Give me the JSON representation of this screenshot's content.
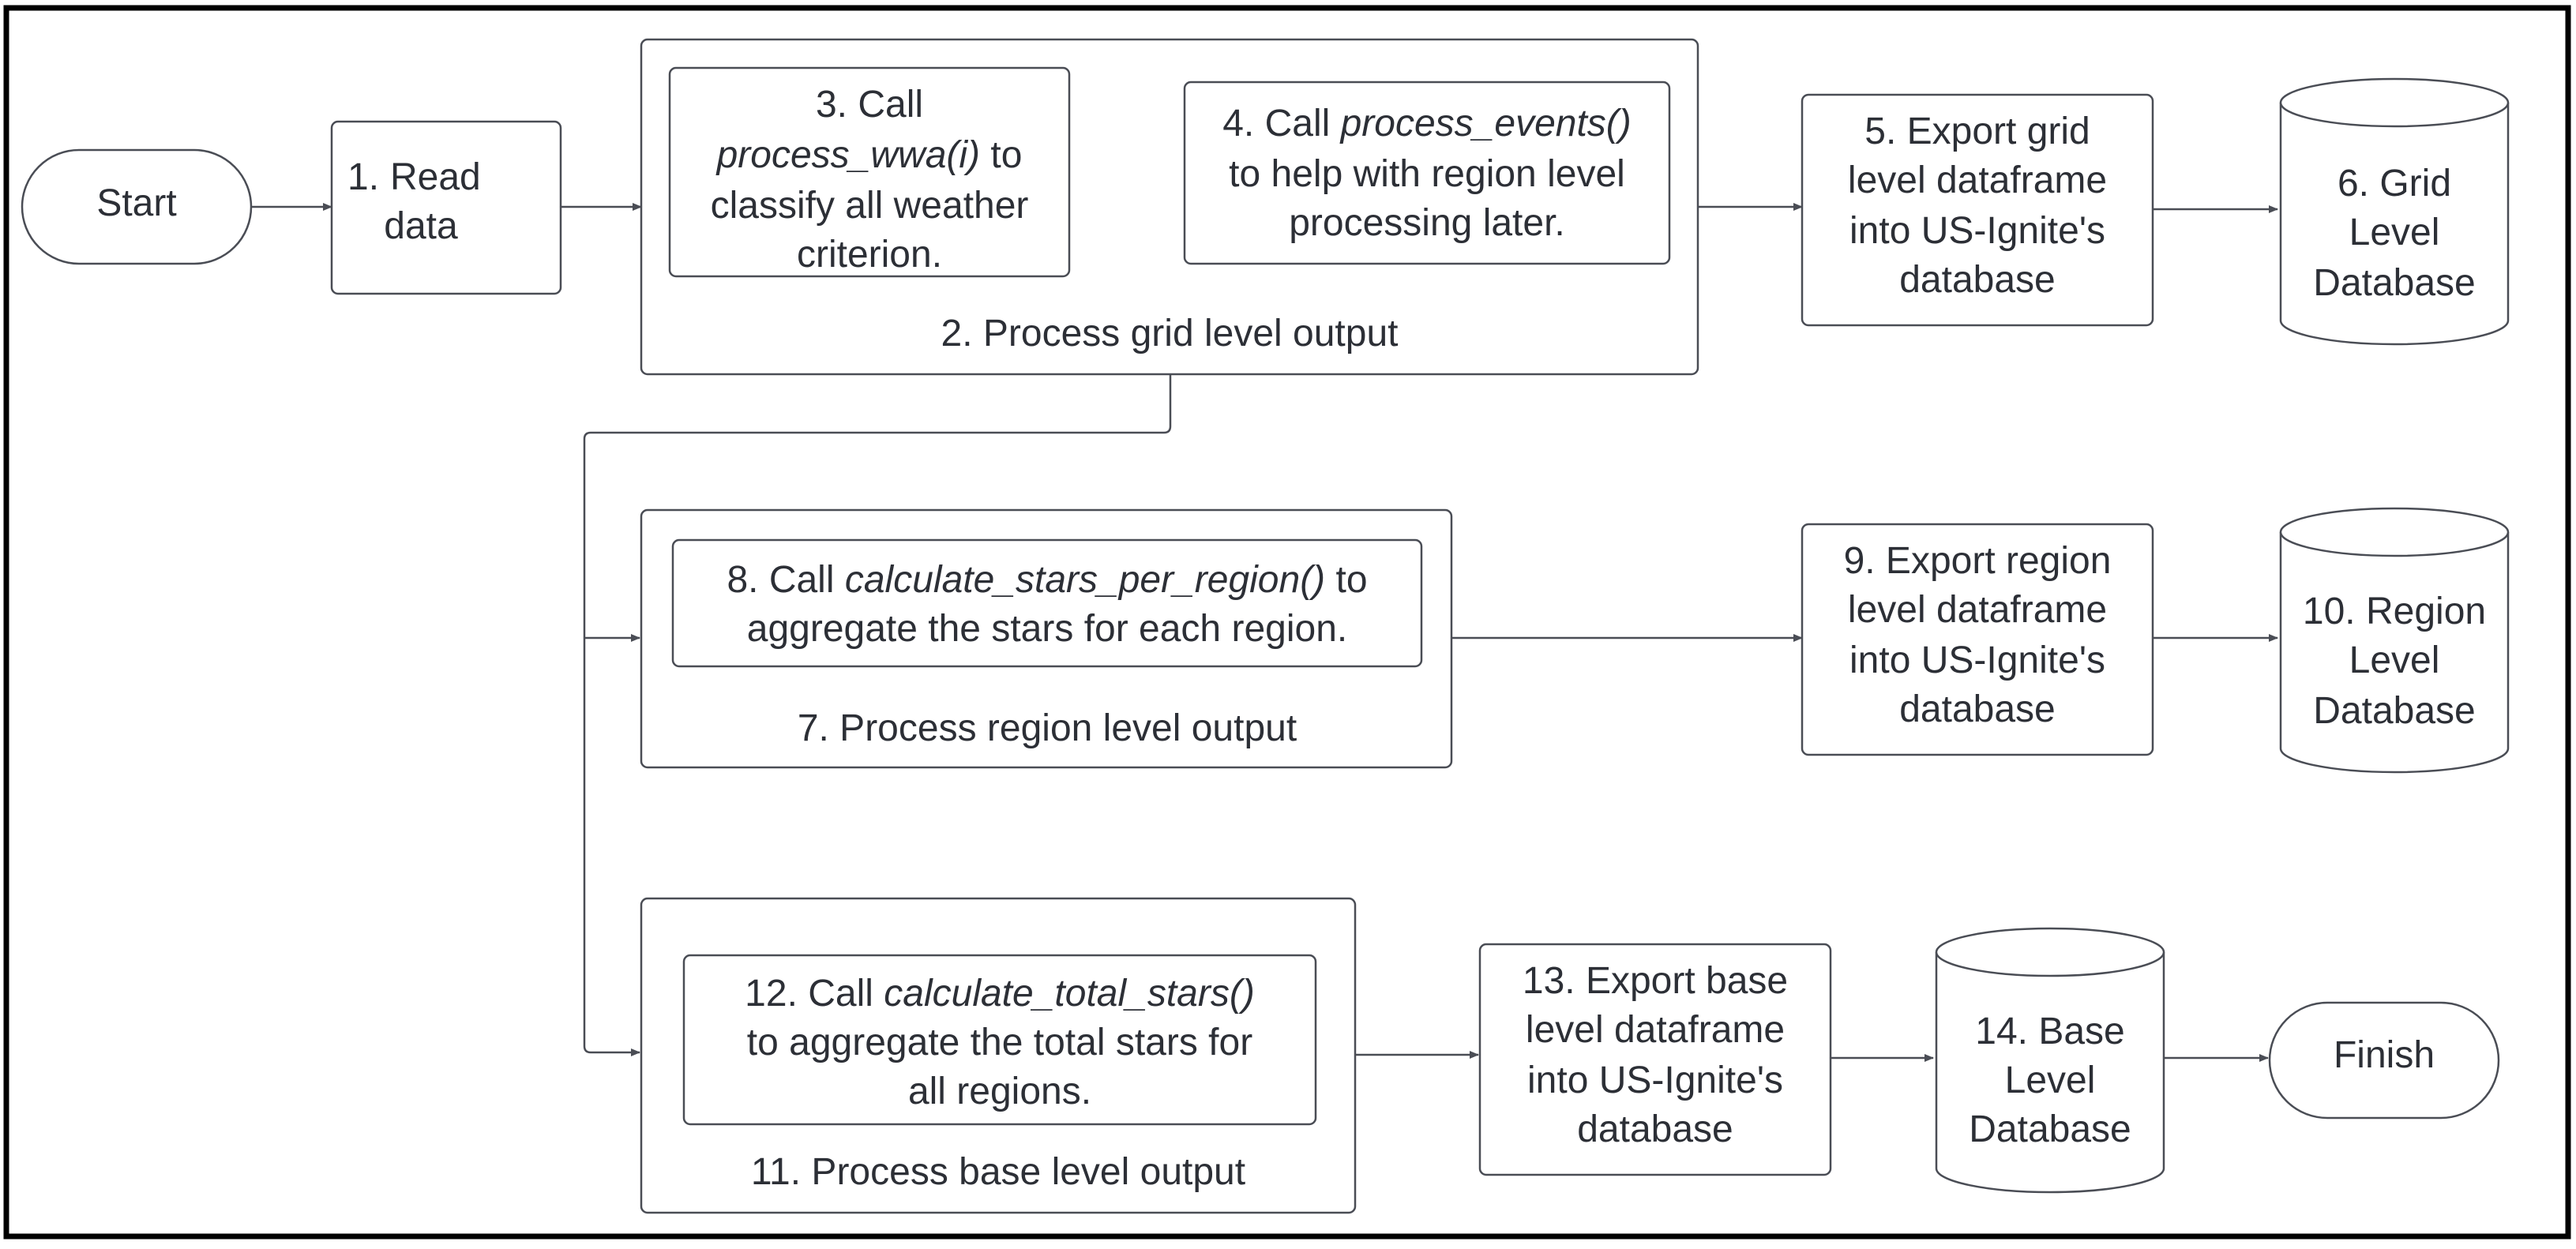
{
  "nodes": {
    "start": "Start",
    "read": {
      "num": "1.",
      "lines": [
        "Read",
        "data"
      ]
    },
    "grid_group": "2. Process grid level output",
    "wwa": {
      "line1": "3. Call",
      "line2_fn": "process_wwa(i)",
      "line2_tail": " to",
      "line3": "classify all weather",
      "line4": "criterion."
    },
    "events": {
      "line1_head": "4. Call ",
      "line1_fn": "process_events()",
      "line2": "to help with region level",
      "line3": "processing later."
    },
    "export_grid": [
      "5. Export grid",
      "level dataframe",
      "into US-Ignite's",
      "database"
    ],
    "grid_db": [
      "6. Grid",
      "Level",
      "Database"
    ],
    "region_group": "7. Process region level output",
    "stars_region": {
      "line1_head": "8. Call ",
      "line1_fn": "calculate_stars_per_region()",
      "line1_tail": " to",
      "line2": "aggregate the stars for each region."
    },
    "export_region": [
      "9. Export region",
      "level dataframe",
      "into US-Ignite's",
      "database"
    ],
    "region_db": [
      "10. Region",
      "Level",
      "Database"
    ],
    "base_group": "11. Process base level output",
    "total_stars": {
      "line1_head": "12. Call ",
      "line1_fn": "calculate_total_stars()",
      "line2": "to aggregate the total stars for",
      "line3": "all regions."
    },
    "export_base": [
      "13. Export base",
      "level dataframe",
      "into US-Ignite's",
      "database"
    ],
    "base_db": [
      "14. Base",
      "Level",
      "Database"
    ],
    "finish": "Finish"
  }
}
